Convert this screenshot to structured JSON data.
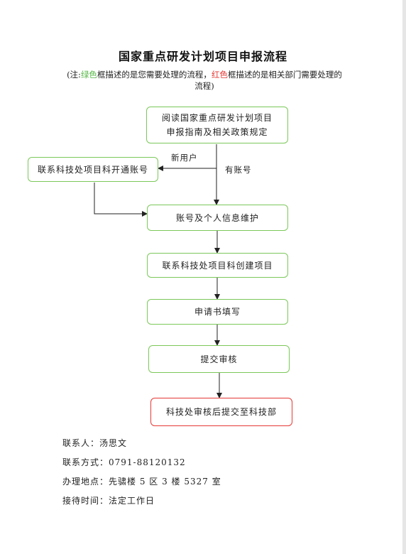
{
  "title": "国家重点研发计划项目申报流程",
  "note": {
    "open": "(注:",
    "green_word": "绿色",
    "middle": "框描述的是您需要处理的流程，",
    "red_word": "红色",
    "tail": "框描述的是相关部门需要处理的流程)"
  },
  "flow": {
    "step_read_line1": "阅读国家重点研发计划项目",
    "step_read_line2": "申报指南及相关政策规定",
    "label_new_user": "新用户",
    "label_has_account": "有账号",
    "step_open_account": "联系科技处项目科开通账号",
    "step_maintain": "账号及个人信息维护",
    "step_create": "联系科技处项目科创建项目",
    "step_fill": "申请书填写",
    "step_submit": "提交审核",
    "step_dept": "科技处审核后提交至科技部"
  },
  "legend_colors": {
    "user_box": "#7cc85a",
    "dept_box": "#e53935"
  },
  "contact": {
    "person": "联系人：汤思文",
    "phone": "联系方式：0791-88120132",
    "address": "办理地点：先骕楼 5 区 3 楼 5327 室",
    "hours": "接待时间：法定工作日"
  }
}
